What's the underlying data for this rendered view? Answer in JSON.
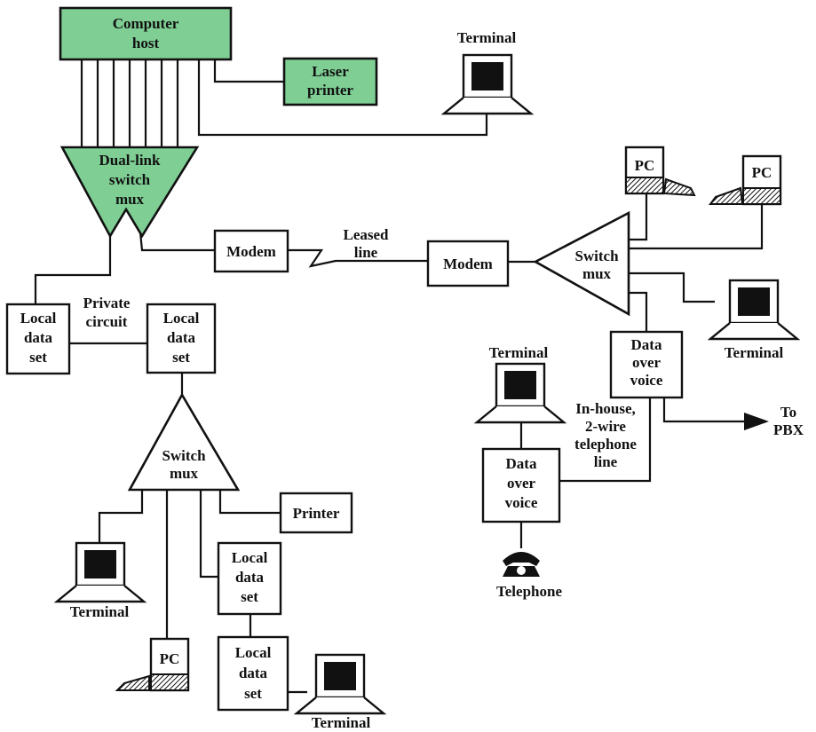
{
  "colors": {
    "accent_green": "#7fcf95",
    "line": "#111111",
    "background": "#ffffff"
  },
  "computer_host": [
    "Computer",
    "host"
  ],
  "laser_printer": [
    "Laser",
    "printer"
  ],
  "dual_link_mux": [
    "Dual-link",
    "switch",
    "mux"
  ],
  "terminal_label": "Terminal",
  "modem_label": "Modem",
  "leased_line": [
    "Leased",
    "line"
  ],
  "switch_mux": [
    "Switch",
    "mux"
  ],
  "pc_label": "PC",
  "local_data_set": [
    "Local",
    "data",
    "set"
  ],
  "private_circuit": [
    "Private",
    "circuit"
  ],
  "data_over_voice": [
    "Data",
    "over",
    "voice"
  ],
  "in_house_line": [
    "In-house,",
    "2-wire",
    "telephone",
    "line"
  ],
  "to_pbx": [
    "To",
    "PBX"
  ],
  "printer_label": "Printer",
  "telephone_label": "Telephone"
}
